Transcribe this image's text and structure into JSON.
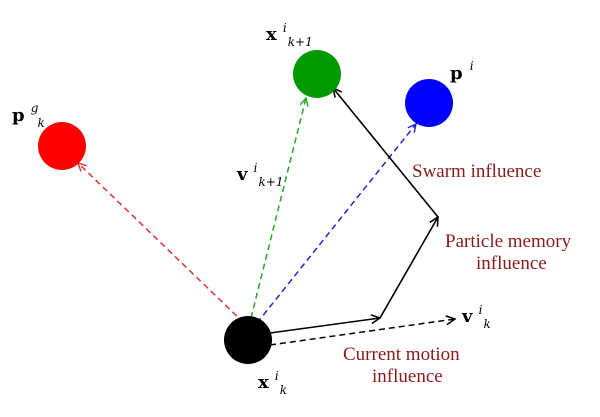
{
  "nodes": {
    "global_best": {
      "label": "p",
      "sup": "g",
      "sub": "k",
      "color": "#ff0000"
    },
    "next_position": {
      "label": "x",
      "sup": "i",
      "sub": "k+1",
      "color": "#009900"
    },
    "personal_best": {
      "label": "p",
      "sup": "i",
      "color": "#0000ff"
    },
    "current_position": {
      "label": "x",
      "sup": "i",
      "sub": "k",
      "color": "#000000"
    }
  },
  "vectors": {
    "next_velocity": {
      "label": "v",
      "sup": "i",
      "sub": "k+1"
    },
    "current_velocity": {
      "label": "v",
      "sup": "i",
      "sub": "k"
    }
  },
  "influences": {
    "swarm": "Swarm influence",
    "memory_line1": "Particle memory",
    "memory_line2": "influence",
    "motion_line1": "Current motion",
    "motion_line2": "influence"
  },
  "arrow_colors": {
    "to_global": "#e03030",
    "to_next": "#22aa22",
    "to_personal": "#2222cc",
    "solid": "#000000"
  }
}
